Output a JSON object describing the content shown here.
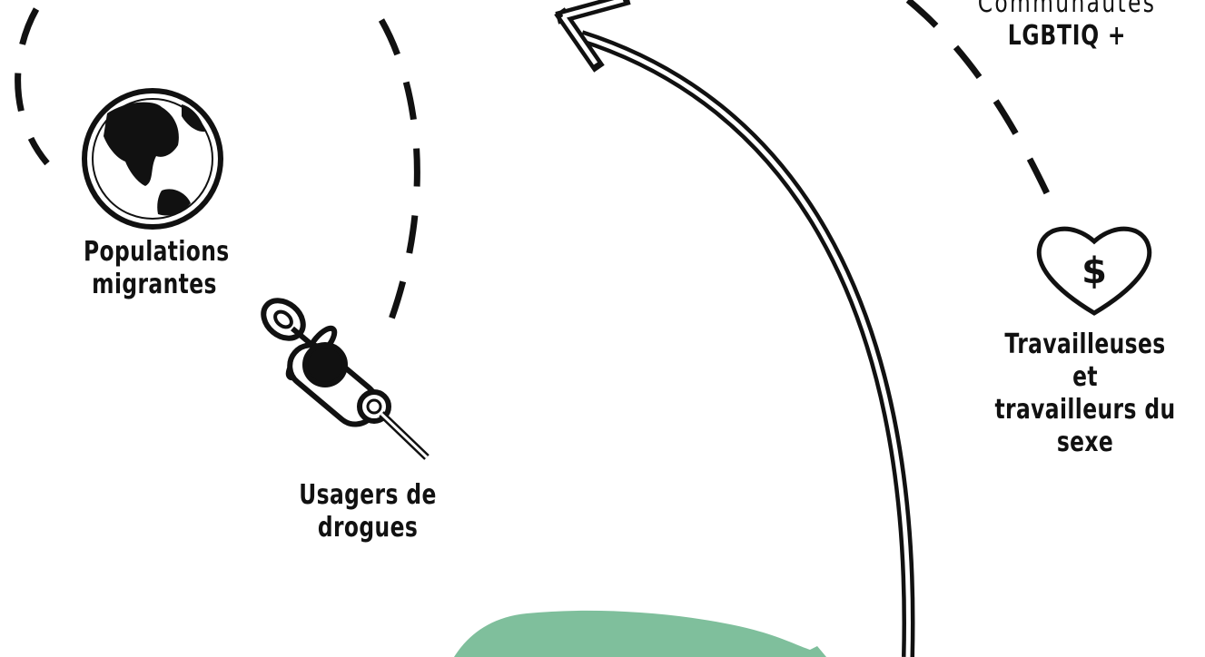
{
  "labels": {
    "migrants": [
      "Populations",
      "migrantes"
    ],
    "drugs": [
      "Usagers de",
      "drogues"
    ],
    "sexwork": [
      "Travailleuses et",
      "travailleurs du",
      "sexe"
    ],
    "lgbtiq": [
      "Communautés",
      "LGBTIQ +"
    ]
  },
  "icons": {
    "migrants": "globe-icon",
    "drugs": "syringe-icon",
    "sexwork": "heart-dollar-icon",
    "blob": "green-shape"
  },
  "heart_symbol": "$",
  "colors": {
    "ink": "#111111",
    "accent_green": "#7fbf9c",
    "background": "#ffffff"
  }
}
